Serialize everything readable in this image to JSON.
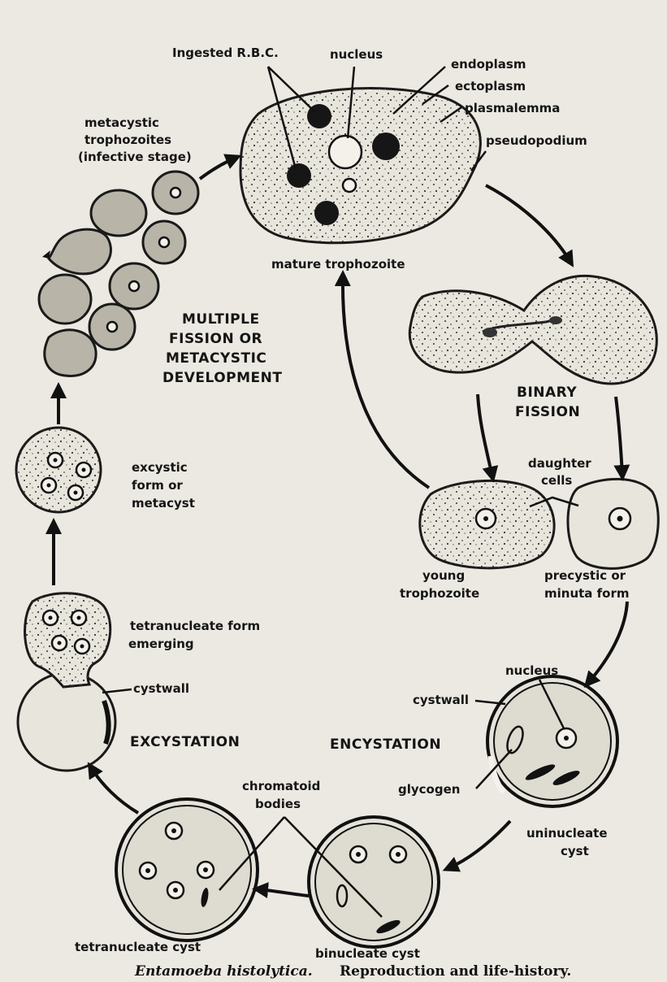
{
  "labels": {
    "ingested_rbc": "Ingested R.B.C.",
    "nucleus_top": "nucleus",
    "endoplasm": "endoplasm",
    "ectoplasm": "ectoplasm",
    "plasmalemma": "plasmalemma",
    "pseudopodium": "pseudopodium",
    "mature_trophozoite": "mature trophozoite",
    "metacystic_line1": "metacystic",
    "metacystic_line2": "trophozoites",
    "metacystic_line3": "(infective stage)",
    "multiple_line1": "MULTIPLE",
    "multiple_line2": "FISSION OR",
    "multiple_line3": "METACYSTIC",
    "multiple_line4": "DEVELOPMENT",
    "binary_line1": "BINARY",
    "binary_line2": "FISSION",
    "daughter_line1": "daughter",
    "daughter_line2": "cells",
    "excystic_line1": "excystic",
    "excystic_line2": "form or",
    "excystic_line3": "metacyst",
    "young_line1": "young",
    "young_line2": "trophozoite",
    "precystic_line1": "precystic or",
    "precystic_line2": "minuta form",
    "tetranucleate_form_line1": "tetranucleate form",
    "tetranucleate_form_line2": "emerging",
    "cystwall_left": "cystwall",
    "excystation": "EXCYSTATION",
    "encystation": "ENCYSTATION",
    "nucleus_cyst": "nucleus",
    "cystwall_right": "cystwall",
    "glycogen": "glycogen",
    "chromatoid_line1": "chromatoid",
    "chromatoid_line2": "bodies",
    "uninucleate_line1": "uninucleate",
    "uninucleate_line2": "cyst",
    "tetranucleate_cyst": "tetranucleate cyst",
    "binucleate_cyst": "binucleate cyst"
  },
  "caption": {
    "species": "Entamoeba histolytica.",
    "text": "Reproduction and life-history."
  }
}
